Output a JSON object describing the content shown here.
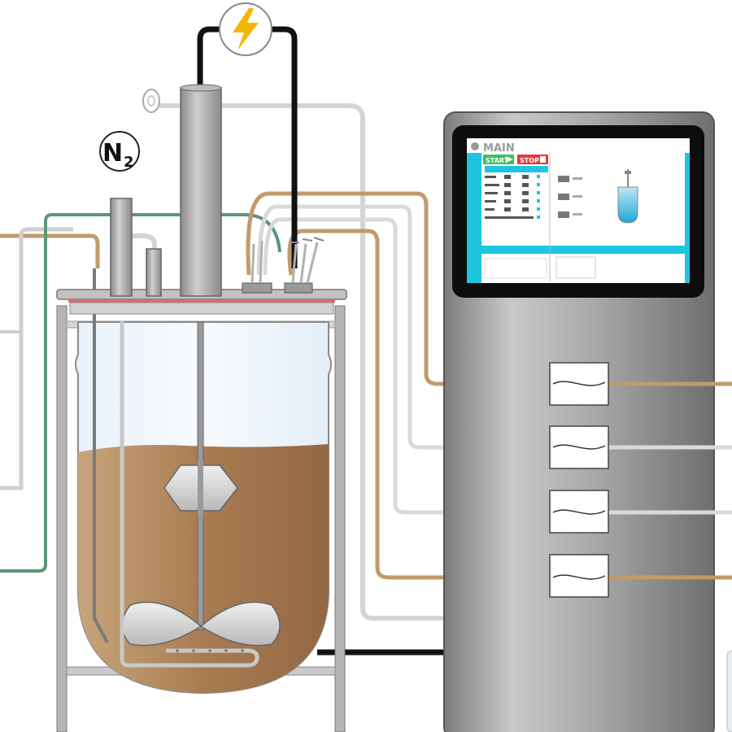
{
  "labels": {
    "gas": "N",
    "gas_subscript": "2"
  },
  "screen": {
    "title": "MAIN",
    "start_label": "START",
    "stop_label": "STOP"
  },
  "icons": {
    "power": "lightning-bolt-icon",
    "gas": "n2-gas-icon"
  },
  "colors": {
    "broth": "#a87c52",
    "screen_accent": "#1fc4e0",
    "tube_tan": "#c29a6b",
    "tube_green": "#5a9678",
    "tube_grey": "#cfcfcf",
    "cable": "#111111",
    "bolt": "#f2b705",
    "start": "#3cc25a",
    "stop": "#e8383d"
  }
}
